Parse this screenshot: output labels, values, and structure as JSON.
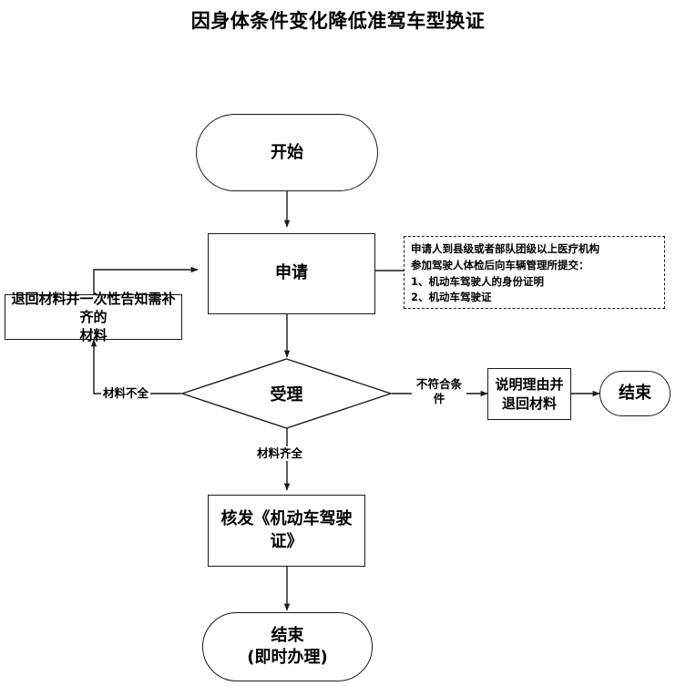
{
  "title": "因身体条件变化降低准驾车型换证",
  "colors": {
    "stroke": "#1a1a1a",
    "background": "#ffffff",
    "text": "#000000"
  },
  "nodes": {
    "start": {
      "label": "开始",
      "type": "terminator"
    },
    "apply": {
      "label": "申请",
      "type": "process"
    },
    "return_materials": {
      "line1": "退回材料并一次性告知需补齐的",
      "line2": "材料",
      "type": "process"
    },
    "accept": {
      "label": "受理",
      "type": "decision"
    },
    "explain_return": {
      "line1": "说明理由并",
      "line2": "退回材料",
      "type": "process"
    },
    "end_right": {
      "label": "结束",
      "type": "terminator"
    },
    "issue_license": {
      "label": "核发《机动车驾驶证》",
      "type": "process"
    },
    "end_bottom": {
      "line1": "结束",
      "line2": "(即时办理)",
      "type": "terminator"
    }
  },
  "note": {
    "lines": [
      "申请人到县级或者部队团级以上医疗机构",
      "参加驾驶人体检后向车辆管理所提交：",
      "1、机动车驾驶人的身份证明",
      "2、机动车驾驶证"
    ]
  },
  "edge_labels": {
    "materials_incomplete": "材料不全",
    "not_qualified_line1": "不符合条",
    "not_qualified_line2": "件",
    "materials_complete": "材料齐全"
  }
}
